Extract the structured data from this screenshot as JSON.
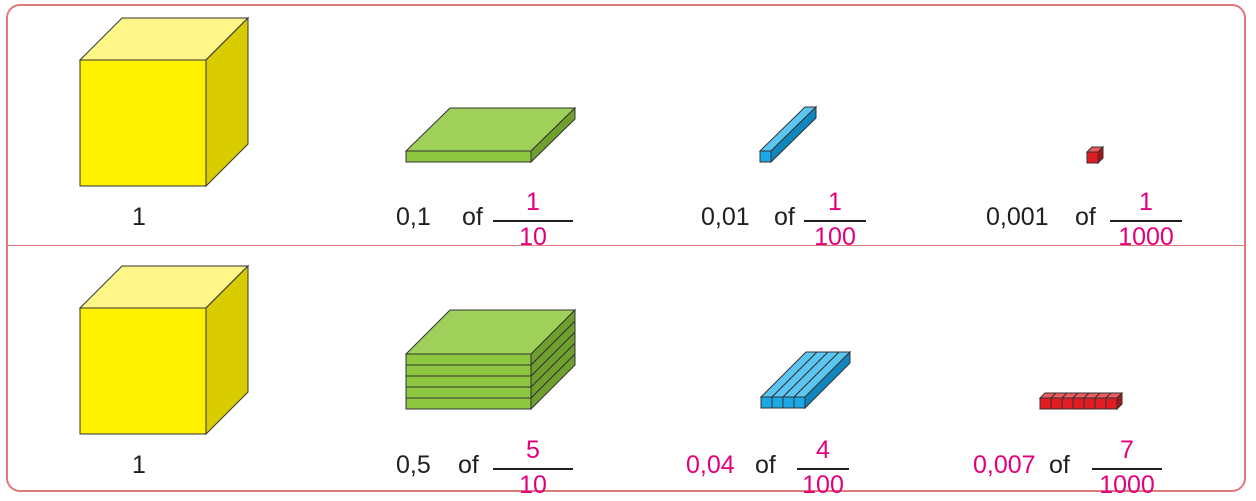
{
  "colors": {
    "frame": "#e0797c",
    "highlight": "#e3007e",
    "cube": "#fff200",
    "flat": "#8dc63f",
    "rod": "#1aa9e6",
    "unit": "#e31b23"
  },
  "icons": [
    "yellow-cube-icon",
    "green-flat-icon",
    "blue-rod-icon",
    "red-unit-cube-icon"
  ],
  "rows": [
    {
      "items": [
        {
          "label": "1"
        },
        {
          "decimal": "0,1",
          "of": "of",
          "numerator": "1",
          "denominator": "10"
        },
        {
          "decimal": "0,01",
          "of": "of",
          "numerator": "1",
          "denominator": "100"
        },
        {
          "decimal": "0,001",
          "of": "of",
          "numerator": "1",
          "denominator": "1000"
        }
      ]
    },
    {
      "items": [
        {
          "label": "1"
        },
        {
          "decimal": "0,5",
          "of": "of",
          "numerator": "5",
          "denominator": "10",
          "count": 5
        },
        {
          "decimal": "0,04",
          "of": "of",
          "numerator": "4",
          "denominator": "100",
          "count": 4
        },
        {
          "decimal": "0,007",
          "of": "of",
          "numerator": "7",
          "denominator": "1000",
          "count": 7
        }
      ]
    }
  ]
}
